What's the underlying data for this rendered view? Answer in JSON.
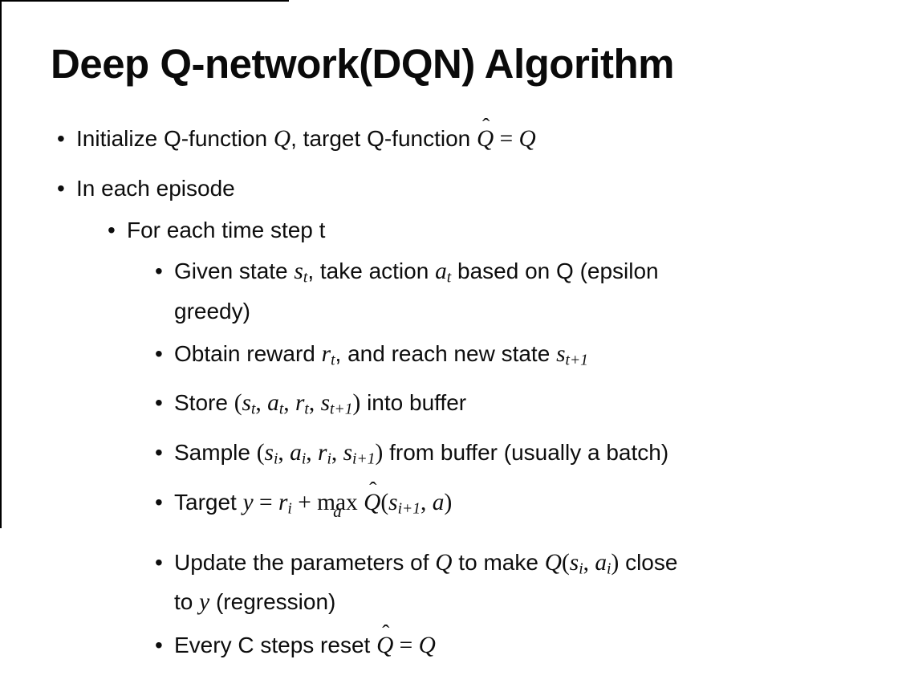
{
  "title": "Deep Q-network(DQN) Algorithm",
  "bullet_glyph": "•",
  "colors": {
    "text": "#0d0d0d",
    "title": "#0a0a0a",
    "background": "#ffffff",
    "frame_edge": "#000000"
  },
  "bullets": [
    {
      "level": 1,
      "gap": "mb20",
      "segments": [
        {
          "s": "p",
          "t": "Initialize Q-function "
        },
        {
          "s": "i",
          "t": "Q"
        },
        {
          "s": "p",
          "t": ", target Q-function "
        },
        {
          "s": "ih",
          "t": "Q",
          "hat": "ˆ"
        },
        {
          "s": "m",
          "t": " = "
        },
        {
          "s": "i",
          "t": "Q"
        }
      ]
    },
    {
      "level": 1,
      "gap": "mb11",
      "segments": [
        {
          "s": "p",
          "t": "In each episode"
        }
      ]
    },
    {
      "level": 2,
      "gap": "mb10",
      "segments": [
        {
          "s": "p",
          "t": "For each time step t"
        }
      ]
    },
    {
      "level": 3,
      "segments": [
        {
          "s": "p",
          "t": "Given state "
        },
        {
          "s": "i",
          "t": "s"
        },
        {
          "s": "sub",
          "t": "t"
        },
        {
          "s": "p",
          "t": ", take action "
        },
        {
          "s": "i",
          "t": "a"
        },
        {
          "s": "sub",
          "t": "t"
        },
        {
          "s": "p",
          "t": " based on Q (epsilon"
        },
        {
          "s": "br"
        },
        {
          "s": "p",
          "t": "greedy)"
        }
      ]
    },
    {
      "level": 3,
      "segments": [
        {
          "s": "p",
          "t": "Obtain reward "
        },
        {
          "s": "i",
          "t": "r"
        },
        {
          "s": "sub",
          "t": "t"
        },
        {
          "s": "p",
          "t": ", and reach new state "
        },
        {
          "s": "i",
          "t": "s"
        },
        {
          "s": "sub",
          "t": "t+1"
        }
      ]
    },
    {
      "level": 3,
      "segments": [
        {
          "s": "p",
          "t": "Store "
        },
        {
          "s": "m",
          "t": "("
        },
        {
          "s": "i",
          "t": "s"
        },
        {
          "s": "sub",
          "t": "t"
        },
        {
          "s": "m",
          "t": ", "
        },
        {
          "s": "i",
          "t": "a"
        },
        {
          "s": "sub",
          "t": "t"
        },
        {
          "s": "m",
          "t": ", "
        },
        {
          "s": "i",
          "t": "r"
        },
        {
          "s": "sub",
          "t": "t"
        },
        {
          "s": "m",
          "t": ", "
        },
        {
          "s": "i",
          "t": "s"
        },
        {
          "s": "sub",
          "t": "t+1"
        },
        {
          "s": "m",
          "t": ")"
        },
        {
          "s": "p",
          "t": " into buffer"
        }
      ]
    },
    {
      "level": 3,
      "segments": [
        {
          "s": "p",
          "t": "Sample "
        },
        {
          "s": "m",
          "t": "("
        },
        {
          "s": "i",
          "t": "s"
        },
        {
          "s": "sub",
          "t": "i"
        },
        {
          "s": "m",
          "t": ", "
        },
        {
          "s": "i",
          "t": "a"
        },
        {
          "s": "sub",
          "t": "i"
        },
        {
          "s": "m",
          "t": ", "
        },
        {
          "s": "i",
          "t": "r"
        },
        {
          "s": "sub",
          "t": "i"
        },
        {
          "s": "m",
          "t": ", "
        },
        {
          "s": "i",
          "t": "s"
        },
        {
          "s": "sub",
          "t": "i+1"
        },
        {
          "s": "m",
          "t": ")"
        },
        {
          "s": "p",
          "t": " from buffer (usually a batch)"
        }
      ]
    },
    {
      "level": 3,
      "has_under": true,
      "segments": [
        {
          "s": "p",
          "t": "Target "
        },
        {
          "s": "i",
          "t": "y"
        },
        {
          "s": "m",
          "t": " = "
        },
        {
          "s": "i",
          "t": "r"
        },
        {
          "s": "sub",
          "t": "i"
        },
        {
          "s": "m",
          "t": " + "
        },
        {
          "s": "munder",
          "t": "max",
          "under": "a"
        },
        {
          "s": "m",
          "t": " "
        },
        {
          "s": "ih",
          "t": "Q",
          "hat": "ˆ"
        },
        {
          "s": "m",
          "t": "("
        },
        {
          "s": "i",
          "t": "s"
        },
        {
          "s": "sub",
          "t": "i+1"
        },
        {
          "s": "m",
          "t": ", "
        },
        {
          "s": "i",
          "t": "a"
        },
        {
          "s": "m",
          "t": ")"
        }
      ]
    },
    {
      "level": 3,
      "segments": [
        {
          "s": "p",
          "t": "Update the parameters of "
        },
        {
          "s": "i",
          "t": "Q"
        },
        {
          "s": "p",
          "t": " to make "
        },
        {
          "s": "i",
          "t": "Q"
        },
        {
          "s": "m",
          "t": "("
        },
        {
          "s": "i",
          "t": "s"
        },
        {
          "s": "sub",
          "t": "i"
        },
        {
          "s": "m",
          "t": ", "
        },
        {
          "s": "i",
          "t": "a"
        },
        {
          "s": "sub",
          "t": "i"
        },
        {
          "s": "m",
          "t": ")"
        },
        {
          "s": "p",
          "t": " close"
        },
        {
          "s": "br"
        },
        {
          "s": "p",
          "t": "to "
        },
        {
          "s": "i",
          "t": "y"
        },
        {
          "s": "p",
          "t": " (regression)"
        }
      ]
    },
    {
      "level": 3,
      "segments": [
        {
          "s": "p",
          "t": "Every C steps reset "
        },
        {
          "s": "ih",
          "t": "Q",
          "hat": "ˆ"
        },
        {
          "s": "m",
          "t": " = "
        },
        {
          "s": "i",
          "t": "Q"
        }
      ]
    }
  ]
}
